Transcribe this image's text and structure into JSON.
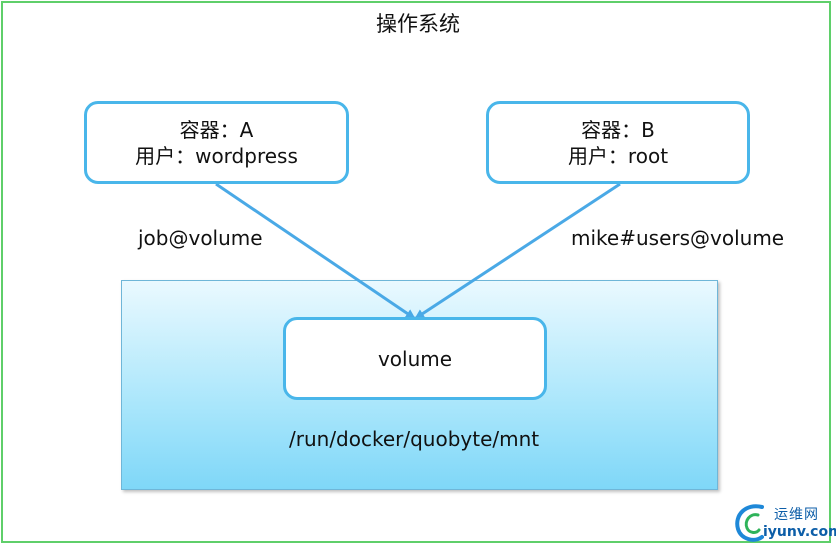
{
  "os": {
    "title": "操作系统"
  },
  "container_a": {
    "line1": "容器：A",
    "line2": "用户：wordpress"
  },
  "container_b": {
    "line1": "容器：B",
    "line2": "用户：root"
  },
  "edges": {
    "left_label": "job@volume",
    "right_label": "mike#users@volume"
  },
  "volume": {
    "label": "volume",
    "mount_path": "/run/docker/quobyte/mnt"
  },
  "watermark": {
    "cn": "运维网",
    "en": "iyunv.com"
  },
  "colors": {
    "frame": "#5fcf6a",
    "box_border": "#49b6ea",
    "arrow": "#4aa9e6",
    "region_fill": "#a9e6fb"
  }
}
